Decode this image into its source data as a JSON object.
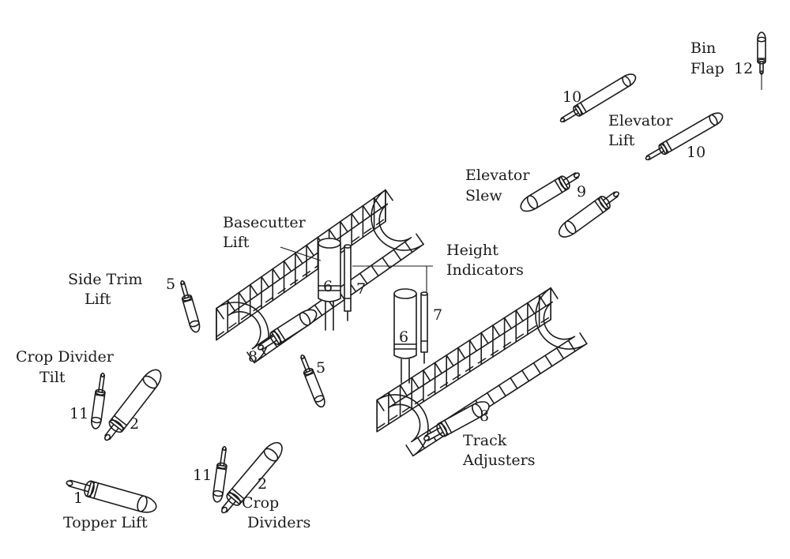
{
  "labels": {
    "bin_flap": [
      "Bin",
      "Flap"
    ],
    "elevator_lift": [
      "Elevator",
      "Lift"
    ],
    "elevator_slew": [
      "Elevator",
      "Slew"
    ],
    "basecutter_lift": [
      "Basecutter",
      "Lift"
    ],
    "height_indicators": [
      "Height",
      "Indicators"
    ],
    "side_trim_lift": [
      "Side Trim",
      "Lift"
    ],
    "crop_divider_tilt": [
      "Crop Divider",
      "Tilt"
    ],
    "track_adjusters": [
      "Track",
      "Adjusters"
    ],
    "topper_lift": "Topper Lift",
    "crop_dividers": [
      "Crop",
      "Dividers"
    ]
  },
  "numbers": {
    "bin_flap": "12",
    "elevator_lift_upper": "10",
    "elevator_lift_lower": "10",
    "elevator_slew": "9",
    "basecutter_left": "6",
    "indicator_left": "7",
    "basecutter_right": "6",
    "indicator_right": "7",
    "side_trim_upper": "5",
    "side_trim_lower": "5",
    "track_adjuster_left": "8",
    "track_adjuster_right": "8",
    "crop_divider_tilt_left": "11",
    "crop_divider_left": "2",
    "topper_lift": "1",
    "crop_divider_tilt_right": "11",
    "crop_divider_right": "2"
  }
}
